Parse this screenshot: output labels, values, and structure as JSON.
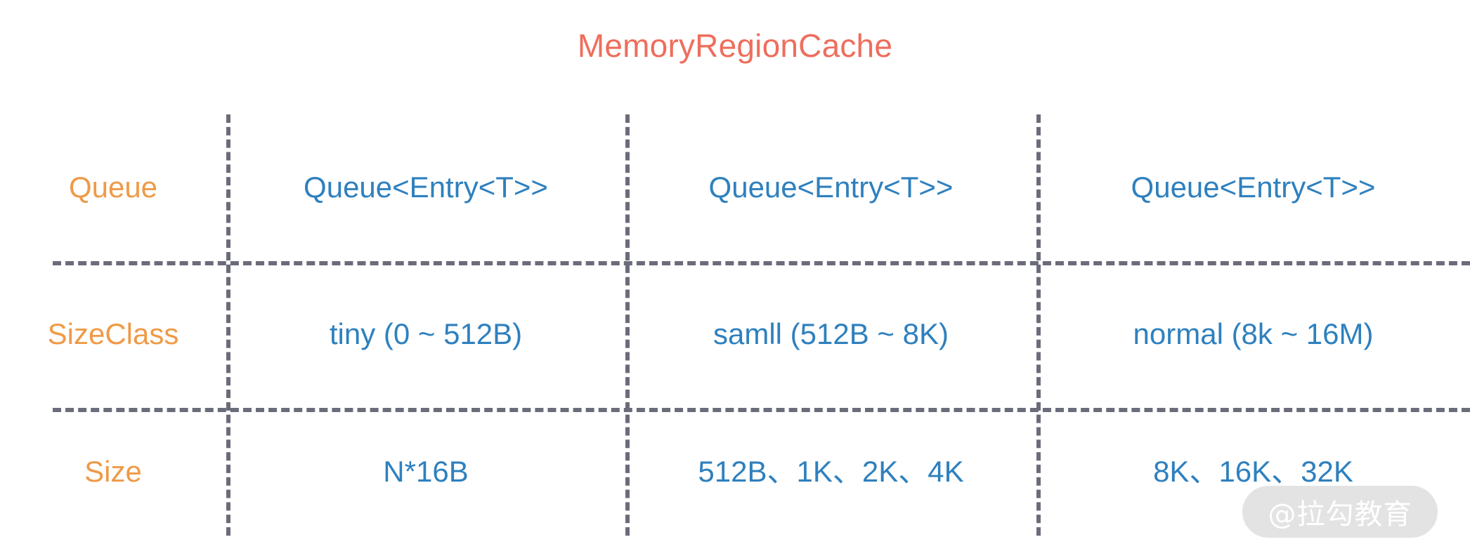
{
  "title": "MemoryRegionCache",
  "colors": {
    "title": "#ee6e5d",
    "row_label": "#ef9a47",
    "value": "#2e80be",
    "grid_line": "#6b6c7a",
    "background": "#ffffff",
    "watermark_pill": "#e3e3e3",
    "watermark_text": "#ffffff"
  },
  "table": {
    "rows": [
      {
        "label": "Queue",
        "cells": [
          "Queue<Entry<T>>",
          "Queue<Entry<T>>",
          "Queue<Entry<T>>"
        ]
      },
      {
        "label": "SizeClass",
        "cells": [
          "tiny (0 ~ 512B)",
          "samll (512B ~ 8K)",
          "normal (8k ~ 16M)"
        ]
      },
      {
        "label": "Size",
        "cells": [
          "N*16B",
          "512B、1K、2K、4K",
          "8K、16K、32K"
        ]
      }
    ]
  },
  "watermark": {
    "text": "@拉勾教育"
  }
}
